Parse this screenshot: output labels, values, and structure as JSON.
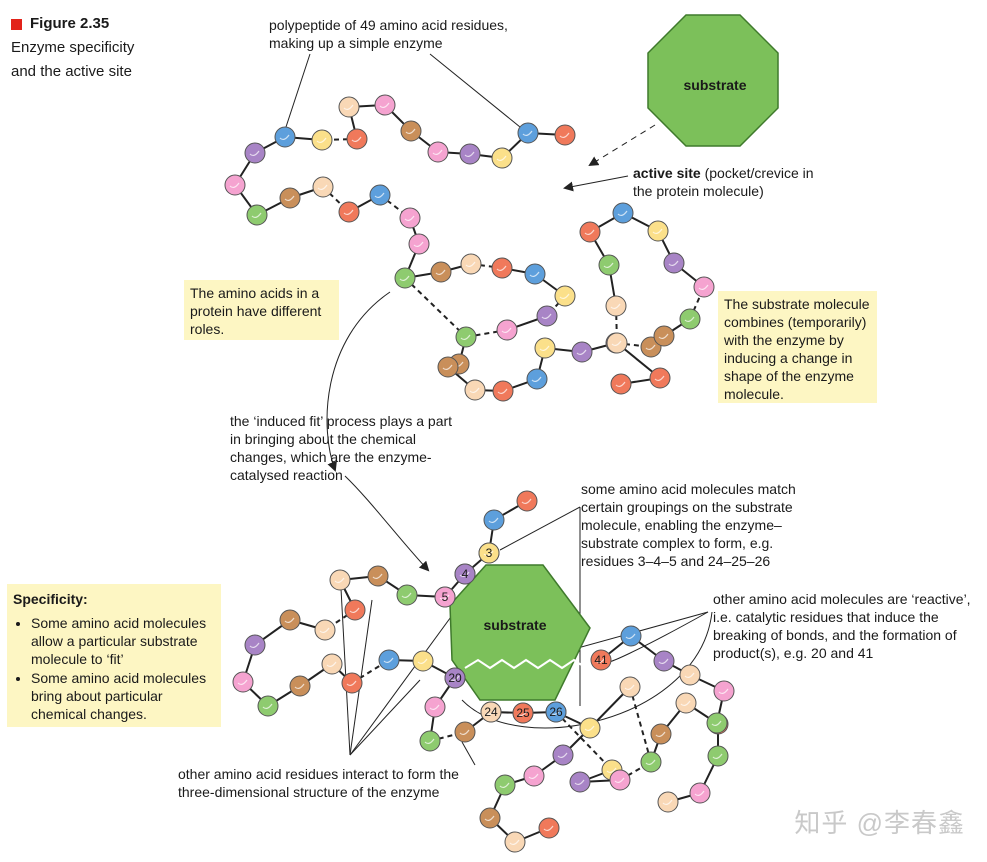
{
  "caption": {
    "figure_label": "Figure 2.35",
    "title_line1": "Enzyme specificity",
    "title_line2": "and the active site"
  },
  "labels": {
    "polypeptide": "polypeptide of 49 amino acid residues, making up a simple enzyme",
    "active_site_bold": "active site",
    "active_site_rest": " (pocket/crevice in the protein molecule)",
    "induced_fit": "the ‘induced fit’ process plays a part in bringing about the chemical changes, which are the enzyme-catalysed reaction",
    "groupings": "some amino acid molecules match certain groupings on the substrate molecule, enabling the enzyme–substrate complex to form, e.g. residues 3–4–5 and 24–25–26",
    "reactive": "other amino acid molecules are ‘reactive’, i.e. catalytic residues that induce the breaking of bonds, and the formation of product(s), e.g. 20 and 41",
    "interact": "other amino acid residues interact to form the three-dimensional structure of the enzyme"
  },
  "boxes": {
    "roles": "The amino acids in a protein have different roles.",
    "substrate_combines": "The substrate molecule combines (temporarily) with the enzyme by inducing a change in shape of the enzyme molecule.",
    "specificity_title": "Specificity:",
    "specificity_items": [
      "Some amino acid molecules allow a particular substrate molecule to ‘fit’",
      "Some amino acid molecules bring about  particular chemical changes."
    ]
  },
  "substrate_label": "substrate",
  "residue_numbers": [
    "3",
    "4",
    "5",
    "20",
    "24",
    "25",
    "26",
    "41"
  ],
  "watermark": "知乎 @李春鑫",
  "colors": {
    "substrate": "#7cc05a",
    "box": "#fdf6c3",
    "red_square": "#e2231a",
    "amino_acid_palette": [
      "#f0795b",
      "#f9d8b6",
      "#a884c6",
      "#f5a3d0",
      "#8ecb6f",
      "#5d9fdc",
      "#c98f5a",
      "#fbe08a"
    ]
  }
}
